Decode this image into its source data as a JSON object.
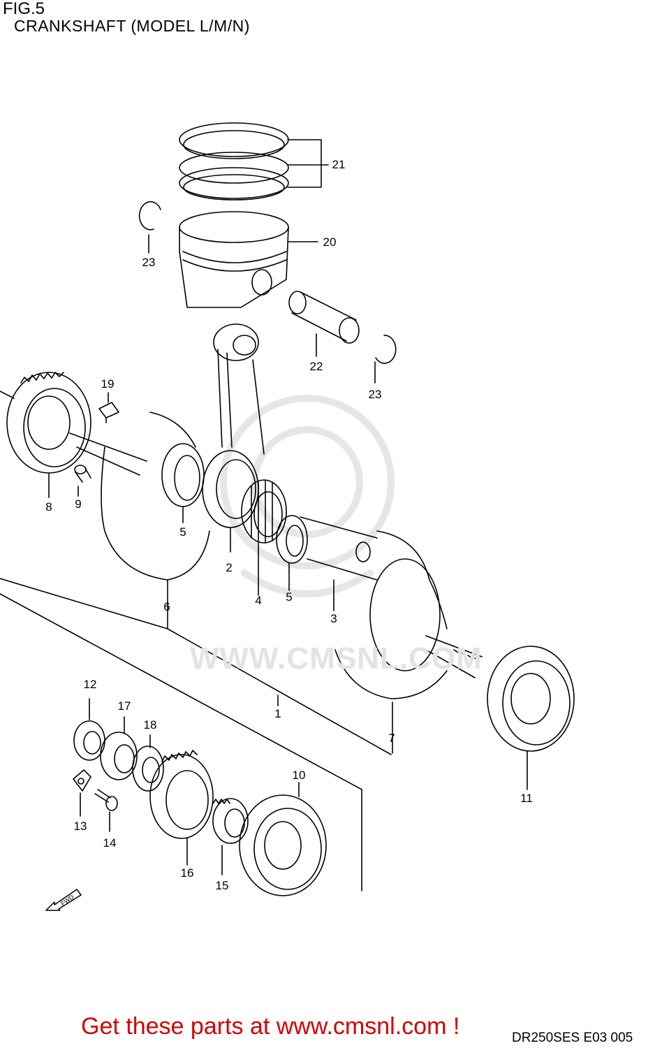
{
  "figure": {
    "title": "FIG.5",
    "subtitle": "CRANKSHAFT (MODEL L/M/N)"
  },
  "watermark": "WWW.CMSNL.COM",
  "banner": "Get these parts at www.cmsnl.com !",
  "diagram_code": "DR250SES E03  005",
  "fwd_label": "FWD",
  "callouts": [
    "1",
    "2",
    "3",
    "4",
    "5",
    "5",
    "6",
    "7",
    "8",
    "9",
    "10",
    "11",
    "12",
    "13",
    "14",
    "15",
    "16",
    "17",
    "18",
    "19",
    "20",
    "21",
    "22",
    "23",
    "23"
  ],
  "colors": {
    "line": "#000000",
    "banner": "#d40000",
    "watermark": "#e3e3e3"
  }
}
